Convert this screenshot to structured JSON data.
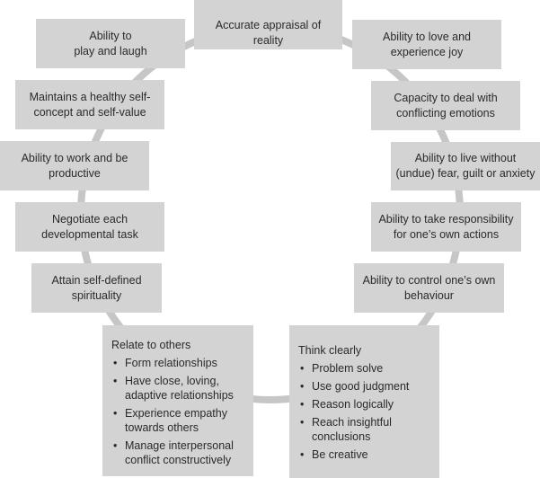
{
  "colors": {
    "box": "#d3d3d3",
    "ring": "#c6c6c6",
    "text": "#2a2a2a"
  },
  "nodes": {
    "accurate": [
      "Accurate appraisal of reality"
    ],
    "play": [
      "Ability to",
      "play and laugh"
    ],
    "selfconcept": [
      "Maintains a healthy self-",
      "concept and self-value"
    ],
    "work": [
      "Ability to work and be",
      "productive"
    ],
    "negotiate": [
      "Negotiate each",
      "developmental task"
    ],
    "spirituality": [
      "Attain self-defined",
      "spirituality"
    ],
    "love": [
      "Ability to love and",
      "experience joy"
    ],
    "conflicting": [
      "Capacity to deal with",
      "conflicting emotions"
    ],
    "fear": [
      "Ability to live without",
      "(undue) fear, guilt or anxiety"
    ],
    "responsibility": [
      "Ability to take responsibility",
      "for one’s own actions"
    ],
    "control": [
      "Ability to control one’s own",
      "behaviour"
    ]
  },
  "relate": {
    "title": "Relate to others",
    "items": [
      "Form relationships",
      "Have close, loving, adaptive relationships",
      "Experience empathy towards others",
      "Manage interpersonal conflict constructively"
    ]
  },
  "think": {
    "title": "Think clearly",
    "items": [
      "Problem solve",
      "Use good judgment",
      "Reason logically",
      "Reach insightful conclusions",
      "Be creative"
    ]
  }
}
